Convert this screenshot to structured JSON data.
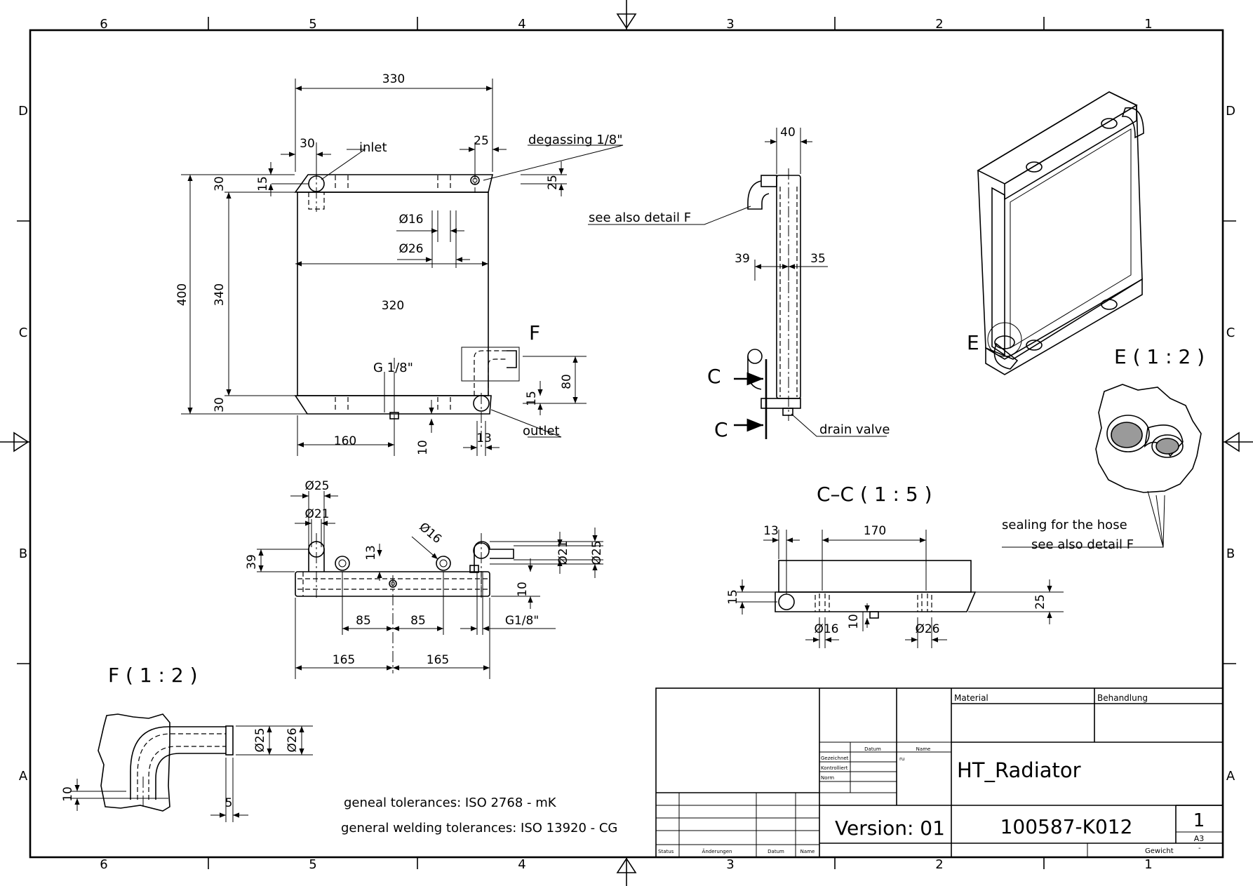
{
  "frame": {
    "columns": [
      "6",
      "5",
      "4",
      "3",
      "2",
      "1"
    ],
    "rows": [
      "D",
      "C",
      "B",
      "A"
    ]
  },
  "front_view": {
    "dims": {
      "width_top": "330",
      "inlet_offset": "30",
      "degassing_offset": "25",
      "overall_height": "400",
      "top_tank": "30",
      "core": "340",
      "bottom_tank": "30",
      "top_15": "15",
      "degassing_25": "25",
      "d16": "Ø16",
      "d26": "Ø26",
      "inner_width": "320",
      "outlet_80": "80",
      "outlet_15": "15",
      "drain_160": "160",
      "drain_10": "10",
      "outlet_13": "13"
    },
    "labels": {
      "inlet": "inlet",
      "degassing": "degassing 1/8\"",
      "g18": "G 1/8\"",
      "outlet": "outlet",
      "detail_f": "F"
    }
  },
  "side_view": {
    "dims": {
      "depth": "40",
      "left": "39",
      "right": "35"
    },
    "labels": {
      "see_detail_f": "see also detail F",
      "drain_valve": "drain valve",
      "section_mark": "C"
    }
  },
  "top_view": {
    "dims": {
      "d25": "Ø25",
      "d21": "Ø21",
      "h39": "39",
      "h13": "13",
      "d16": "Ø16",
      "r21": "Ø21",
      "r25": "Ø25",
      "r10": "10",
      "s85a": "85",
      "s85b": "85",
      "g18": "G1/8\"",
      "w165a": "165",
      "w165b": "165"
    }
  },
  "section_cc": {
    "title": "C–C ( 1 : 5 )",
    "dims": {
      "d13": "13",
      "d170": "170",
      "d15": "15",
      "d10": "10",
      "d16": "Ø16",
      "d26": "Ø26",
      "d25": "25"
    }
  },
  "detail_e": {
    "title": "E ( 1 : 2 )",
    "marker": "E",
    "note_line1": "sealing for the hose",
    "note_line2": "see also detail F"
  },
  "detail_f": {
    "title": "F ( 1 : 2 )",
    "dims": {
      "d25": "Ø25",
      "d26": "Ø26",
      "d10": "10",
      "d5": "5"
    }
  },
  "notes": {
    "line1": "geneal tolerances: ISO 2768 - mK",
    "line2": "general welding tolerances: ISO 13920 - CG"
  },
  "title_block": {
    "material_label": "Material",
    "treatment_label": "Behandlung",
    "datum_label": "Datum",
    "name_label": "Name",
    "drawn_label": "Gezeichnet",
    "checked_label": "Kontrolliert",
    "norm_label": "Norm",
    "drawn_name": "ru",
    "drawing_title": "HT_Radiator",
    "version": "Version: 01",
    "drawing_number": "100587-K012",
    "sheet": "1",
    "format": "A3",
    "weight_label": "Gewicht",
    "weight_value": "-",
    "status_label": "Status",
    "changes_label": "Änderungen",
    "rev_date_label": "Datum",
    "rev_name_label": "Name"
  }
}
